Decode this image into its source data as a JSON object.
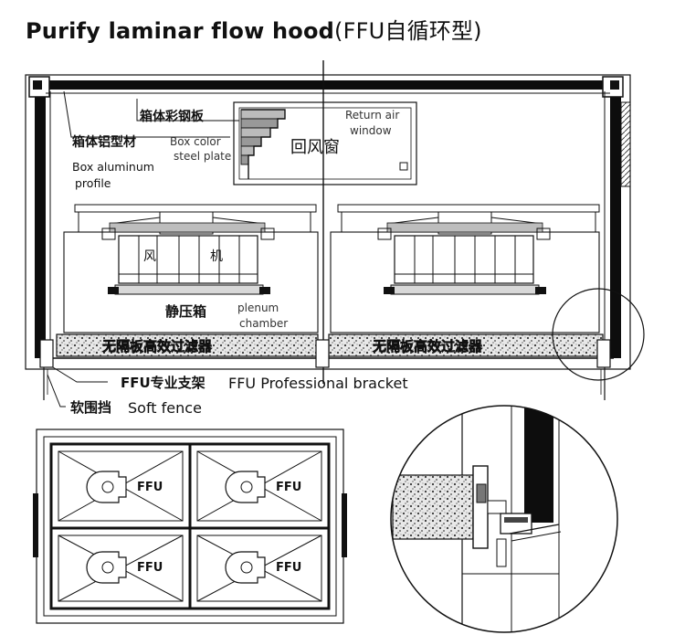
{
  "title": {
    "bold": "Purify laminar flow hood",
    "rest": "(FFU自循环型)"
  },
  "labels": {
    "box_steel_cn": "箱体彩钢板",
    "box_steel_en_1": "Box color",
    "box_steel_en_2": "steel plate",
    "box_alu_cn": "箱体铝型材",
    "box_alu_en_1": "Box aluminum",
    "box_alu_en_2": "profile",
    "return_air_en_1": "Return air",
    "return_air_en_2": "window",
    "return_air_cn": "回风窗",
    "fan_cn_1": "风",
    "fan_cn_2": "机",
    "plenum_cn": "静压箱",
    "plenum_en_1": "plenum",
    "plenum_en_2": "chamber",
    "filter_left_cn": "无隔板高效过滤器",
    "filter_right_cn": "无隔板高效过滤器",
    "bracket_cn": "FFU专业支架",
    "bracket_en": "FFU Professional bracket",
    "fence_cn": "软围挡",
    "fence_en": "Soft fence",
    "ffu_1": "FFU",
    "ffu_2": "FFU",
    "ffu_3": "FFU",
    "ffu_4": "FFU"
  },
  "colors": {
    "line": "#111111",
    "frame": "#0d0d0d",
    "fill_gray": "#dcdcdc",
    "background": "#ffffff"
  }
}
